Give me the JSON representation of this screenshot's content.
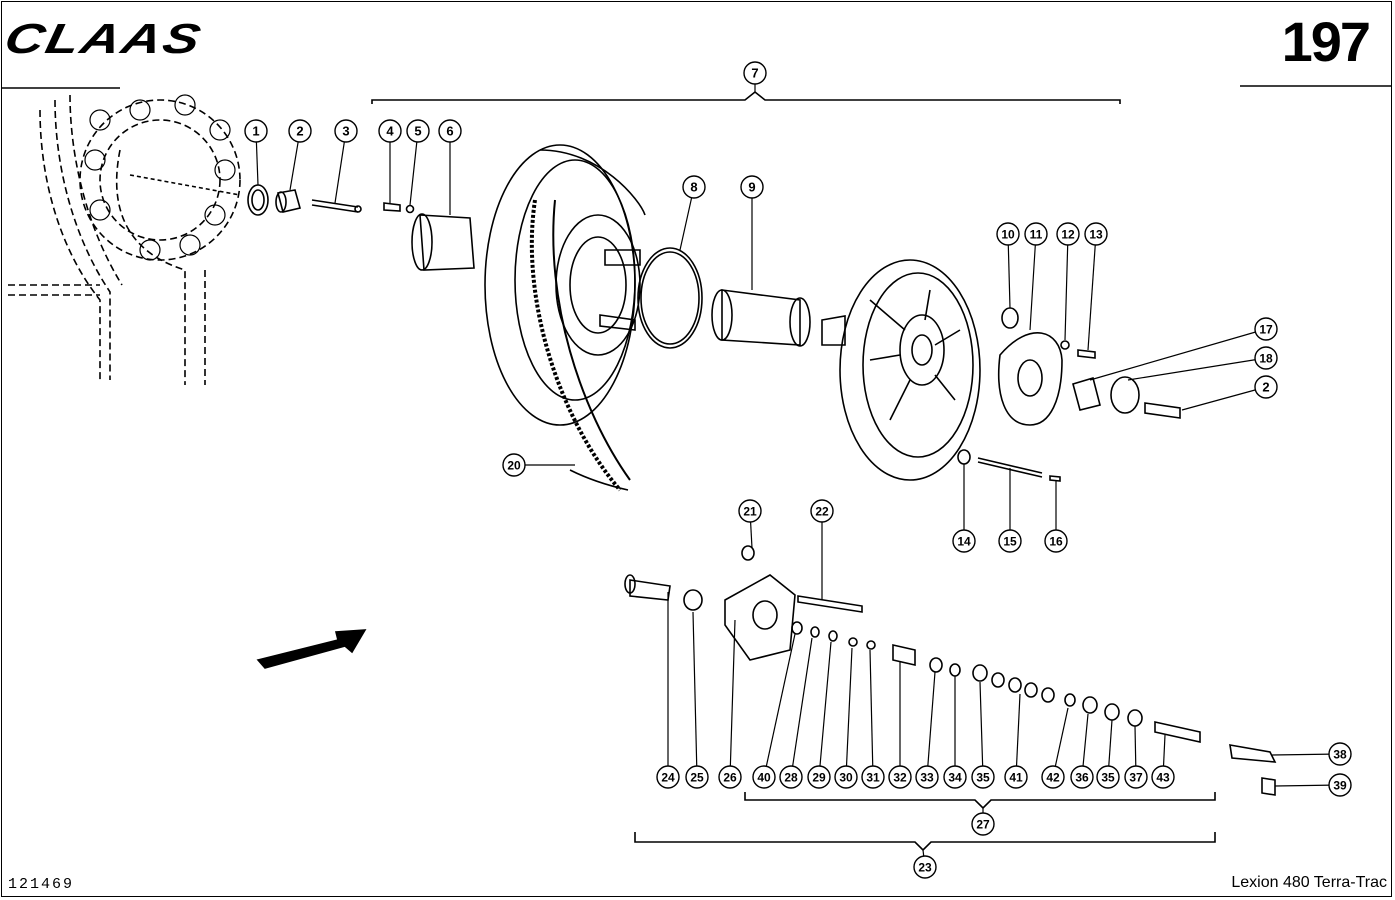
{
  "header": {
    "brand_logo": "CLAAS",
    "page_number": "197"
  },
  "footer": {
    "drawing_number": "121469",
    "model": "Lexion 480 Terra-Trac"
  },
  "callouts": [
    "1",
    "2",
    "3",
    "4",
    "5",
    "6",
    "7",
    "8",
    "9",
    "10",
    "11",
    "12",
    "13",
    "14",
    "15",
    "16",
    "17",
    "18",
    "2",
    "20",
    "21",
    "22",
    "23",
    "24",
    "25",
    "26",
    "27",
    "28",
    "29",
    "30",
    "31",
    "32",
    "33",
    "34",
    "35",
    "36",
    "35",
    "37",
    "38",
    "39",
    "40",
    "41",
    "42",
    "43"
  ]
}
